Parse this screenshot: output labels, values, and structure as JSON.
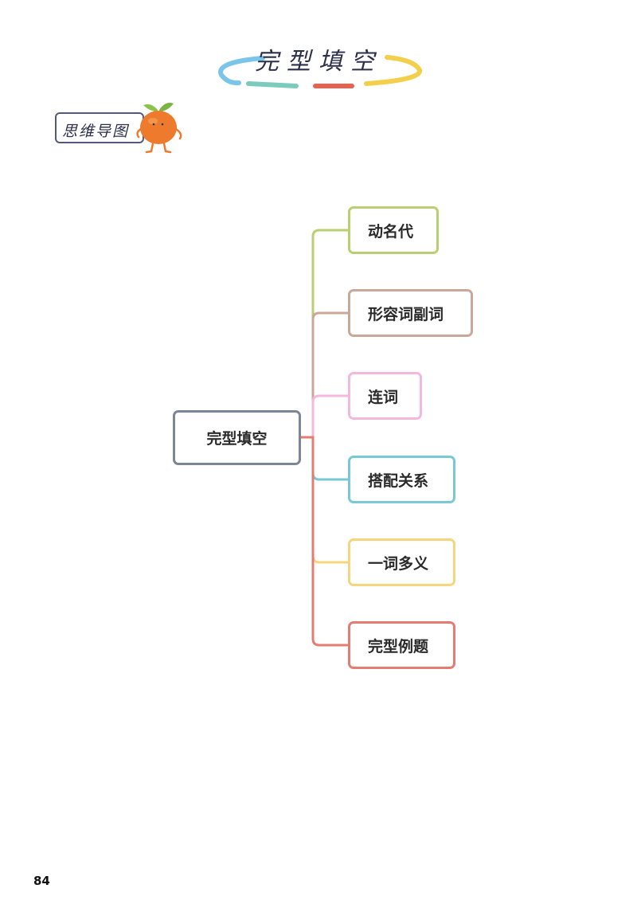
{
  "header": {
    "title": "完型填空"
  },
  "tag": {
    "label": "思维导图"
  },
  "mindmap": {
    "central": {
      "label": "完型填空",
      "color": "#7c8696"
    },
    "branches": [
      {
        "label": "动名代",
        "color": "#b8cf72"
      },
      {
        "label": "形容词副词",
        "color": "#c9a89a"
      },
      {
        "label": "连词",
        "color": "#f4b8dc"
      },
      {
        "label": "搭配关系",
        "color": "#78c9d6"
      },
      {
        "label": "一词多义",
        "color": "#f6d57e"
      },
      {
        "label": "完型例题",
        "color": "#e57c72"
      }
    ]
  },
  "page_number": "84"
}
